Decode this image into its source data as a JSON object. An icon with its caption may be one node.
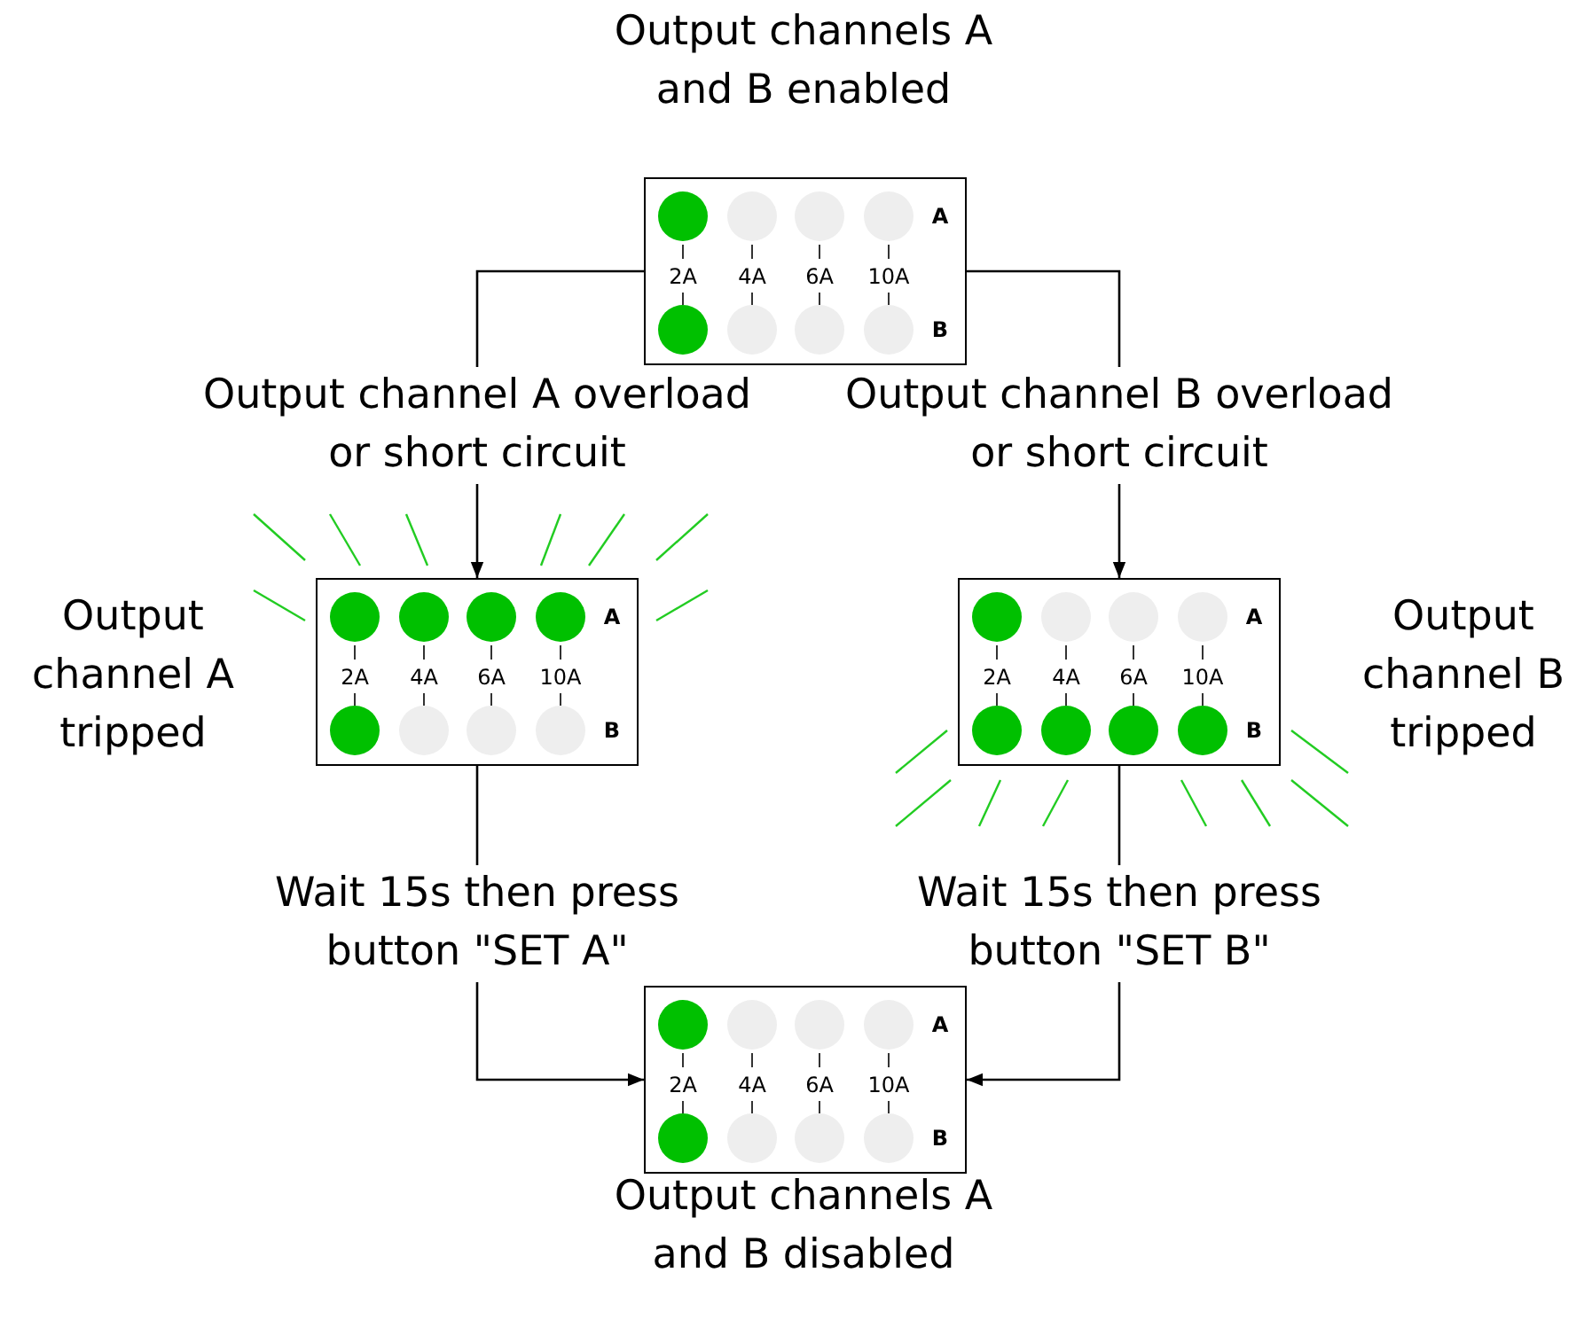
{
  "diagram": {
    "nodes": [
      {
        "text": [
          "A",
          "2A",
          "4A",
          "6A",
          "10A",
          "B"
        ],
        "beside": [
          "Output channels A and B enabled"
        ]
      },
      {
        "text": [
          "A",
          "2A",
          "4A",
          "6A",
          "10A",
          "B"
        ],
        "beside": [
          "Output channel A tripped"
        ]
      },
      {
        "text": [
          "A",
          "2A",
          "4A",
          "6A",
          "10A",
          "B"
        ],
        "beside": [
          "Output channel B tripped"
        ]
      },
      {
        "text": [
          "A",
          "2A",
          "4A",
          "6A",
          "10A",
          "B"
        ],
        "beside": [
          "Output channels A and B disabled"
        ]
      }
    ],
    "edges": [
      {
        "from": 0,
        "to": 1,
        "arrow": "to",
        "label": "Output channel A overload or short circuit"
      },
      {
        "from": 0,
        "to": 2,
        "arrow": "to",
        "label": "Output channel B overload or short circuit"
      },
      {
        "from": 1,
        "to": 3,
        "arrow": "to",
        "label": "Wait 15s then press button \"SET A\""
      },
      {
        "from": 2,
        "to": 3,
        "arrow": "to",
        "label": "Wait 15s then press button \"SET B\""
      }
    ]
  }
}
